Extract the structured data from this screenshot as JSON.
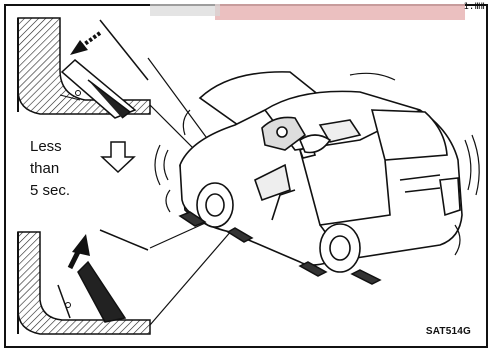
{
  "caption": {
    "line1": "Less",
    "line2": "than",
    "line3": "5 sec."
  },
  "figure_code": "SAT514G",
  "corner_mark": "1:ⅢⅡ"
}
